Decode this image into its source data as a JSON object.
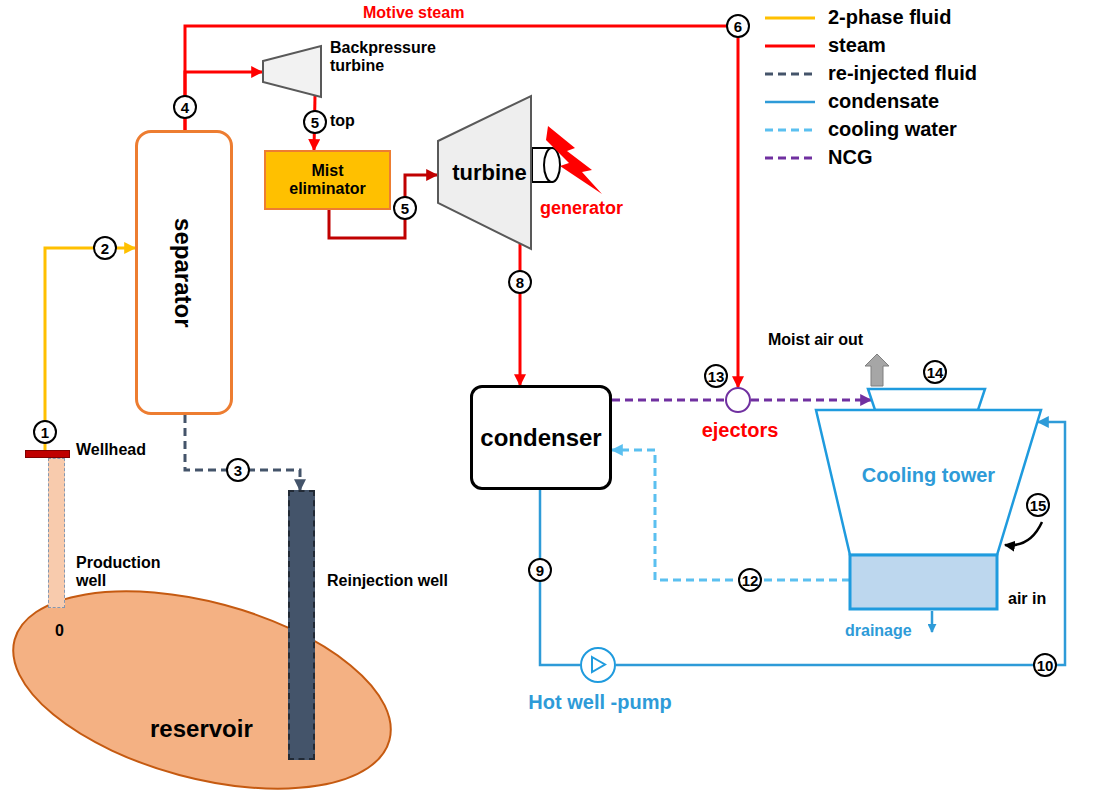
{
  "diagram": {
    "nodes": [
      {
        "text": [
          "separator"
        ]
      },
      {
        "text": [
          "Backpressure turbine"
        ]
      },
      {
        "text": [
          "Mist eliminator"
        ]
      },
      {
        "text": [
          "turbine"
        ]
      },
      {
        "text": [
          "condenser"
        ]
      },
      {
        "text": [
          "ejectors"
        ]
      },
      {
        "text": [
          "Cooling tower"
        ]
      },
      {
        "text": [
          "Wellhead"
        ]
      },
      {
        "text": [
          "Production well"
        ]
      },
      {
        "text": [
          "Reinjection well"
        ]
      },
      {
        "text": [
          "reservoir"
        ]
      },
      {
        "text": [
          "Hot well -pump"
        ]
      }
    ],
    "edges": [
      {
        "from": 7,
        "to": 0,
        "arrow": "to"
      },
      {
        "from": 0,
        "to": 9,
        "arrow": "to"
      },
      {
        "from": 0,
        "to": 1,
        "arrow": "to"
      },
      {
        "from": 0,
        "to": 5,
        "label": "Motive steam",
        "arrow": "to"
      },
      {
        "from": 1,
        "to": 2,
        "arrow": "to"
      },
      {
        "from": 2,
        "to": 3,
        "arrow": "to"
      },
      {
        "from": 3,
        "to": 4,
        "arrow": "to"
      },
      {
        "from": 4,
        "to": 5,
        "arrow": "none"
      },
      {
        "from": 5,
        "to": 6,
        "arrow": "to"
      },
      {
        "from": 4,
        "to": 11,
        "arrow": "none"
      },
      {
        "from": 11,
        "to": 6,
        "arrow": "to"
      },
      {
        "from": 6,
        "to": 4,
        "arrow": "to"
      }
    ],
    "labels": [
      "generator",
      "top",
      "Moist air out",
      "air in",
      "drainage",
      "0",
      "1",
      "2",
      "3",
      "4",
      "5",
      "5",
      "6",
      "8",
      "9",
      "10",
      "12",
      "13",
      "14",
      "15"
    ],
    "legend": [
      {
        "text": "2-phase fluid"
      },
      {
        "text": "steam"
      },
      {
        "text": "re-injected fluid"
      },
      {
        "text": "condensate"
      },
      {
        "text": "cooling water"
      },
      {
        "text": "NCG"
      }
    ]
  }
}
